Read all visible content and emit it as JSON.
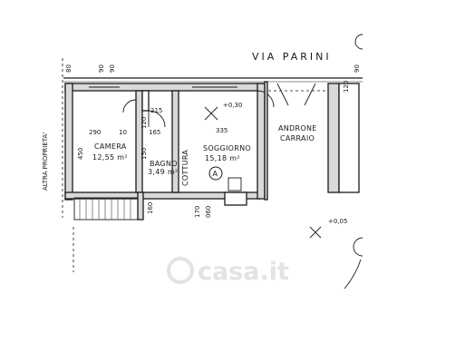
{
  "plan": {
    "street": "VIA PARINI",
    "side_label": "ALTRA PROPRIETA'",
    "rooms": {
      "camera": {
        "name": "CAMERA",
        "area": "12,55 m²"
      },
      "bagno": {
        "name": "BAGNO",
        "area": "3,49 m²"
      },
      "cottura": {
        "name": "COTTURA"
      },
      "soggiorno": {
        "name": "SOGGIORNO",
        "area": "15,18 m²"
      },
      "androne": {
        "line1": "ANDRONE",
        "line2": "CARRAIO"
      }
    },
    "levels": {
      "soggiorno": "+0,30",
      "street": "+0,05"
    },
    "marker": "A",
    "dimensions": {
      "camera_w": "290",
      "camera_h": "450",
      "d_10a": "10",
      "d_165": "165",
      "d_215": "215",
      "d_120": "120",
      "d_150": "150",
      "d_160": "160",
      "d_335": "335",
      "d_80a": "80",
      "d_90a": "90",
      "d_90b": "90",
      "d_120b": "120",
      "d_90c": "90",
      "d_170": "170",
      "d_060": "060"
    }
  },
  "watermark": {
    "text": "casa.it"
  }
}
